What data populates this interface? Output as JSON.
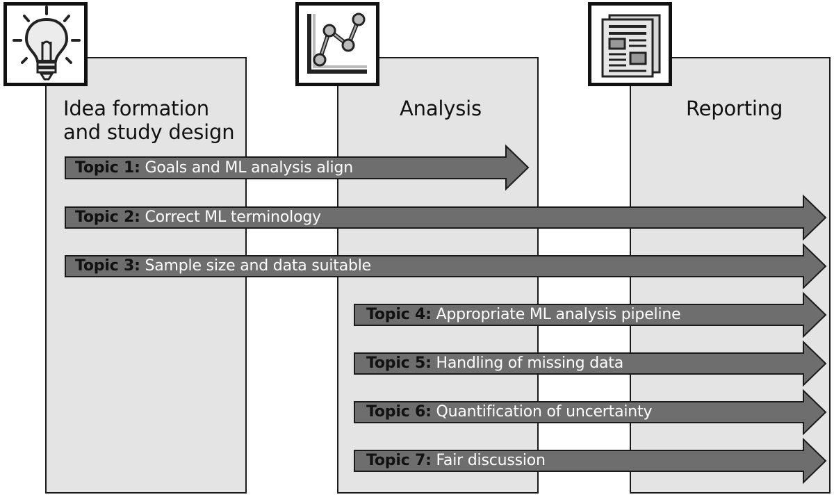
{
  "phases": [
    {
      "id": "idea",
      "title": "Idea formation\nand study design",
      "icon": "lightbulb-icon"
    },
    {
      "id": "analysis",
      "title": "Analysis",
      "icon": "line-chart-icon"
    },
    {
      "id": "reporting",
      "title": "Reporting",
      "icon": "newspaper-icon"
    }
  ],
  "topics": [
    {
      "number": "Topic 1:",
      "text": " Goals and ML analysis align"
    },
    {
      "number": "Topic 2:",
      "text": " Correct ML terminology"
    },
    {
      "number": "Topic 3:",
      "text": " Sample size and data suitable"
    },
    {
      "number": "Topic 4:",
      "text": " Appropriate ML analysis pipeline"
    },
    {
      "number": "Topic 5:",
      "text": " Handling of missing data"
    },
    {
      "number": "Topic 6:",
      "text": " Quantification of uncertainty"
    },
    {
      "number": "Topic 7:",
      "text": " Fair discussion"
    }
  ],
  "colors": {
    "phase_fill": "#e4e4e4",
    "arrow_fill": "#6e6e6e",
    "outline": "#111111"
  }
}
